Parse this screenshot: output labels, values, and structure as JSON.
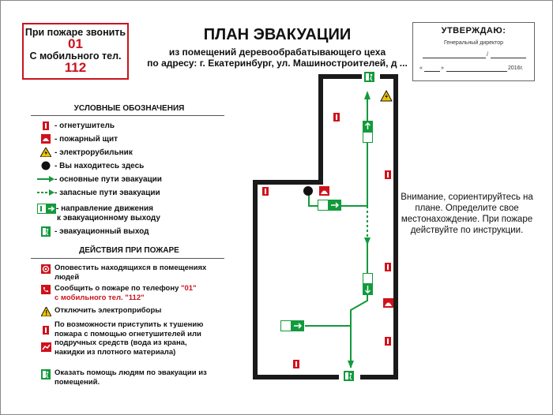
{
  "emergency": {
    "line1": "При пожаре звонить",
    "number1": "01",
    "line2": "С мобильного тел.",
    "number2": "112"
  },
  "header": {
    "title": "ПЛАН ЭВАКУАЦИИ",
    "subtitle1": "из помещений деревообрабатывающего цеха",
    "subtitle2": "по адресу: г. Екатеринбург, ул. Машиностроителей, д ..."
  },
  "approval": {
    "heading": "УТВЕРЖДАЮ:",
    "position": "Генеральный директор",
    "slash": "/",
    "quote_open": "«",
    "quote_close": "»",
    "year": "2016г."
  },
  "legend": {
    "title": "УСЛОВНЫЕ ОБОЗНАЧЕНИЯ",
    "items": [
      {
        "icon": "fire-extinguisher-icon",
        "label": "- огнетушитель"
      },
      {
        "icon": "fire-cabinet-icon",
        "label": "- пожарный щит"
      },
      {
        "icon": "electric-switch-icon",
        "label": "- электрорубильник"
      },
      {
        "icon": "you-are-here-icon",
        "label": "- Вы находитесь здесь"
      },
      {
        "icon": "main-route-arrow-icon",
        "label": "- основные пути эвакуации"
      },
      {
        "icon": "spare-route-arrow-icon",
        "label": "- запасные пути эвакуации"
      },
      {
        "icon": "direction-sign-icon",
        "label": "- направление движения"
      },
      {
        "icon": "",
        "label": "к эвакуационному выходу"
      },
      {
        "icon": "emergency-exit-icon",
        "label": "- эвакуационный выход"
      }
    ]
  },
  "actions": {
    "title": "ДЕЙСТВИЯ ПРИ ПОЖАРЕ",
    "items": [
      {
        "icon": "alarm-icon",
        "text": "Оповестить находящихся в помещениях людей"
      },
      {
        "icon": "phone-icon",
        "text": "Сообщить о пожаре по телефону",
        "red1": "\"01\"",
        "red2": "с мобильного тел. \"112\""
      },
      {
        "icon": "warning-icon",
        "text": "Отключить электроприборы"
      },
      {
        "icon": "extinguish-icon",
        "text": "По возможности приступить к тушению пожара с помощью огнетушителей или подручных средств (вода из крана, накидки из плотного материала)"
      },
      {
        "icon": "exit-icon",
        "text": "Оказать помощь людям по эвакуации из помещений."
      }
    ]
  },
  "notice": {
    "text": "Внимание, сориентируйтесь на плане. Определите свое местонахождение. При пожаре действуйте по инструкции."
  },
  "colors": {
    "red": "#c8141e",
    "green": "#139a3c",
    "wall": "#1a1a1a",
    "yellow": "#f2c500"
  }
}
